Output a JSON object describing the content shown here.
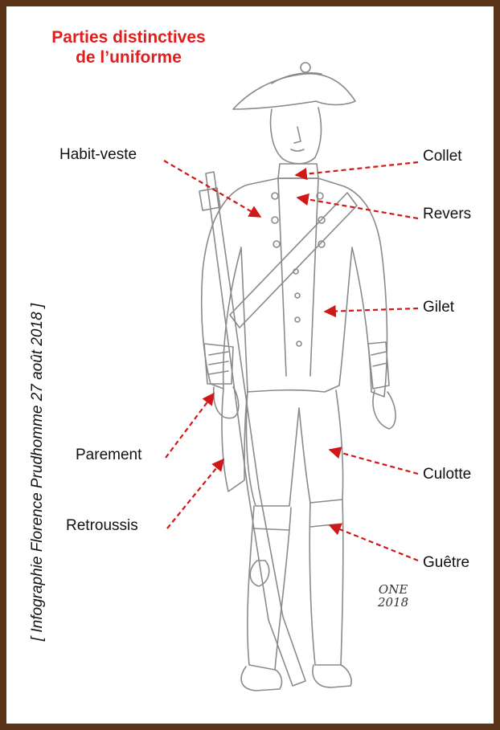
{
  "title": {
    "line1": "Parties distinctives",
    "line2": "de l’uniforme"
  },
  "credit": "[ Infographie Florence Prudhomme 27 août 2018 ]",
  "labels": {
    "habit_veste": "Habit-veste",
    "collet": "Collet",
    "revers": "Revers",
    "gilet": "Gilet",
    "parement": "Parement",
    "culotte": "Culotte",
    "retroussis": "Retroussis",
    "guetre": "Guêtre"
  },
  "signature": {
    "name": "ONE",
    "year": "2018"
  },
  "colors": {
    "title": "#e01e1e",
    "arrow": "#d01818",
    "frame": "#5a3418",
    "sketch": "#8a8a8a"
  }
}
